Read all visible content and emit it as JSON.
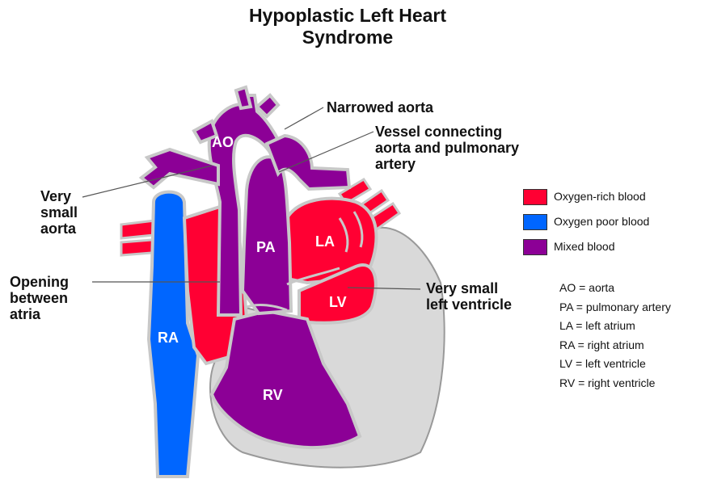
{
  "title": {
    "line1": "Hypoplastic Left Heart",
    "line2": "Syndrome"
  },
  "colors": {
    "oxygen_rich": "#ff0033",
    "oxygen_poor": "#0066ff",
    "mixed": "#8c0096",
    "outline": "#c8c8c8",
    "pericardium": "#d9d9d9"
  },
  "chambers": {
    "ao": "AO",
    "pa": "PA",
    "la": "LA",
    "lv": "LV",
    "ra": "RA",
    "rv": "RV"
  },
  "callouts": {
    "narrowed_aorta": "Narrowed aorta",
    "vessel_line1": "Vessel connecting",
    "vessel_line2": "aorta and pulmonary",
    "vessel_line3": "artery",
    "very_small_aorta_line1": "Very",
    "very_small_aorta_line2": "small",
    "very_small_aorta_line3": "aorta",
    "opening_line1": "Opening",
    "opening_line2": "between",
    "opening_line3": "atria",
    "small_lv_line1": "Very small",
    "small_lv_line2": "left ventricle"
  },
  "legend": {
    "items": [
      {
        "label": "Oxygen-rich blood",
        "color": "#ff0033"
      },
      {
        "label": "Oxygen poor blood",
        "color": "#0066ff"
      },
      {
        "label": "Mixed blood",
        "color": "#8c0096"
      }
    ]
  },
  "abbreviations": [
    "AO = aorta",
    "PA = pulmonary artery",
    "LA = left atrium",
    "RA = right atrium",
    "LV = left ventricle",
    "RV = right ventricle"
  ]
}
